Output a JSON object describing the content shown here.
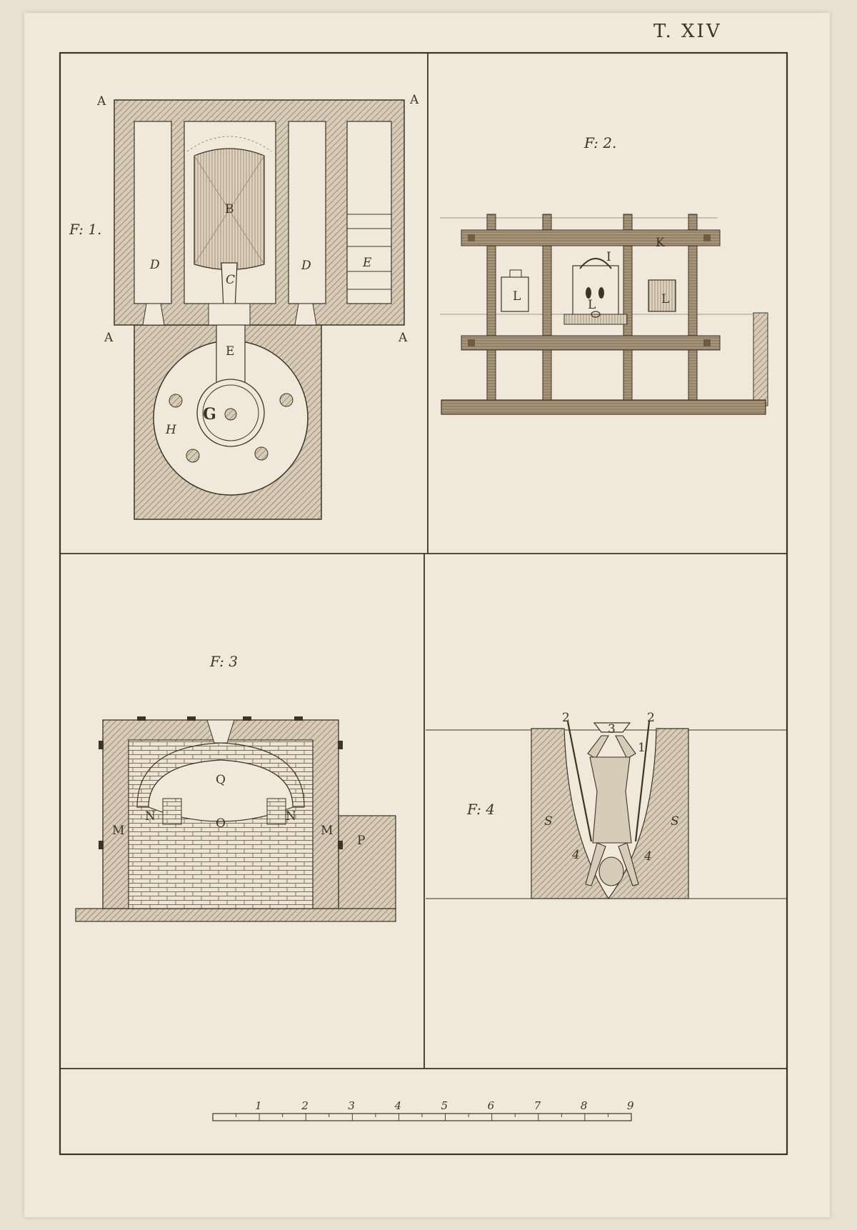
{
  "plate": {
    "number": "T. XIV"
  },
  "figures": {
    "f1": {
      "title": "F: 1.",
      "labels": {
        "a_tl": "A",
        "a_tr": "A",
        "a_bl": "A",
        "a_br": "A",
        "b": "B",
        "c": "C",
        "d_left": "D",
        "d_right": "D",
        "e_store": "E",
        "e_flue": "E",
        "g": "G",
        "h": "H"
      }
    },
    "f2": {
      "title": "F: 2.",
      "labels": {
        "k": "K",
        "i": "I",
        "l_left": "L",
        "l_center": "L",
        "l_right": "L"
      }
    },
    "f3": {
      "title": "F: 3",
      "labels": {
        "q": "Q",
        "o": "O",
        "n_left": "N",
        "n_right": "N",
        "m_left": "M",
        "m_right": "M",
        "p": "P"
      }
    },
    "f4": {
      "title": "F: 4",
      "labels": {
        "n2_left": "2",
        "n2_right": "2",
        "n3": "3",
        "n1": "1",
        "s_left": "S",
        "s_right": "S",
        "n4_left": "4",
        "n4_right": "4"
      }
    }
  },
  "scale": {
    "marks": [
      "1",
      "2",
      "3",
      "4",
      "5",
      "6",
      "7",
      "8",
      "9"
    ]
  },
  "colors": {
    "paper": "#efe8db",
    "ink": "#3d3326",
    "hatch": "#b3a48b",
    "wood": "#8f7c60"
  }
}
